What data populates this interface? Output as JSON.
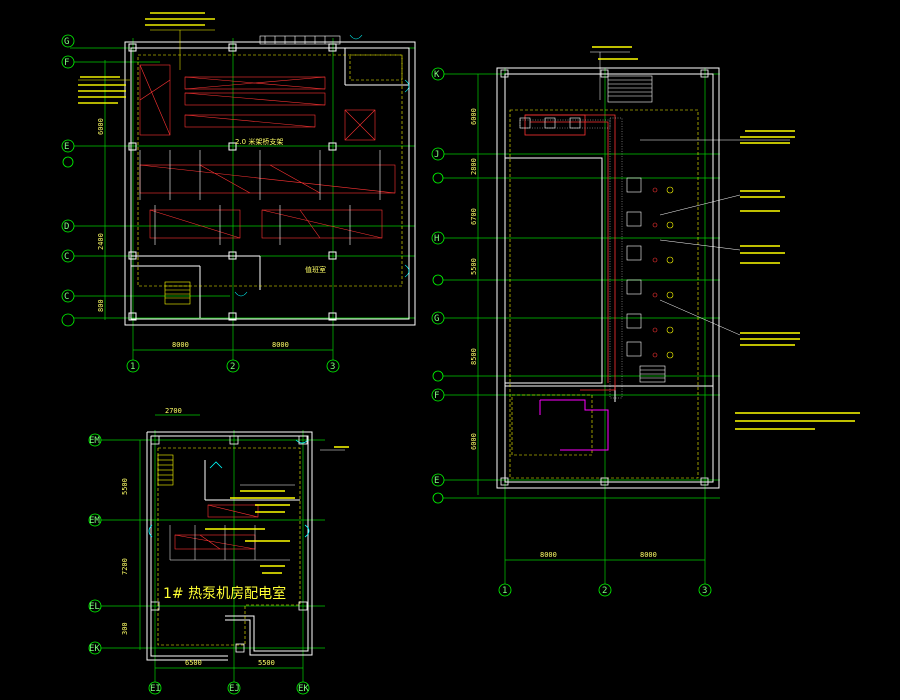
{
  "plan_a": {
    "axes_rows": [
      "G",
      "F",
      "E",
      "D",
      "C",
      "C"
    ],
    "axes_cols": [
      "1",
      "2",
      "3"
    ],
    "dims_bottom": [
      "8000",
      "8000"
    ],
    "dims_left": [
      "6000",
      "2400",
      "800"
    ],
    "room_label": "2.0 米架桥支架",
    "room_label_2": "值班室"
  },
  "plan_b": {
    "axes_rows": [
      "K",
      "J",
      "H",
      "G",
      "F",
      "E"
    ],
    "axes_cols": [
      "1",
      "2",
      "3"
    ],
    "dims_bottom": [
      "8000",
      "8000"
    ],
    "dims_left": [
      "6000",
      "2800",
      "6700",
      "5500",
      "8500",
      "6000"
    ]
  },
  "plan_c": {
    "axes_rows": [
      "EM",
      "EM",
      "EL",
      "EK"
    ],
    "axes_cols": [
      "EI",
      "EJ",
      "EK"
    ],
    "dims_top": [
      "2700"
    ],
    "dims_bottom": [
      "6500",
      "5500"
    ],
    "dims_left": [
      "5500",
      "7200",
      "300"
    ],
    "title": "1# 热泵机房配电室"
  },
  "colors": {
    "background": "#000000",
    "axis": "#00ff00",
    "wall": "#ffffff",
    "annotation": "#ffff00",
    "cable": "#ff3333",
    "door": "#00ffff",
    "pipe": "#ff00ff"
  }
}
